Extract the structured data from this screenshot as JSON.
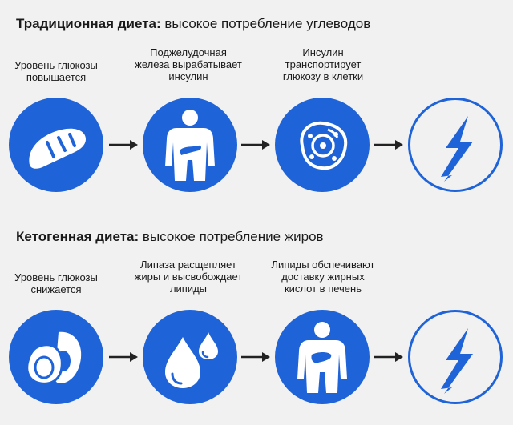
{
  "row1": {
    "title_bold": "Традиционная диета:",
    "title_rest": " высокое потребление углеводов",
    "captions": [
      [
        "Уровень глюкозы",
        "повышается"
      ],
      [
        "Поджелудочная",
        "железа вырабатывает",
        "инсулин"
      ],
      [
        "Инсулин",
        "транспортирует",
        "глюкозу в клетки"
      ]
    ],
    "icons": [
      "bread-icon",
      "pancreas-body-icon",
      "cell-icon",
      "lightning-icon"
    ]
  },
  "row2": {
    "title_bold": "Кетогенная диета:",
    "title_rest": " высокое потребление жиров",
    "captions": [
      [
        "Уровень глюкозы",
        "снижается"
      ],
      [
        "Липаза расщепляет",
        "жиры и высвобождает",
        "липиды"
      ],
      [
        "Липиды обспечивают",
        "доставку жирных",
        "кислот в печень"
      ]
    ],
    "icons": [
      "avocado-icon",
      "drops-icon",
      "liver-body-icon",
      "lightning-icon"
    ]
  },
  "colors": {
    "accent": "#1f63d8",
    "background": "#f1f1f1",
    "text": "#1a1a1a"
  }
}
